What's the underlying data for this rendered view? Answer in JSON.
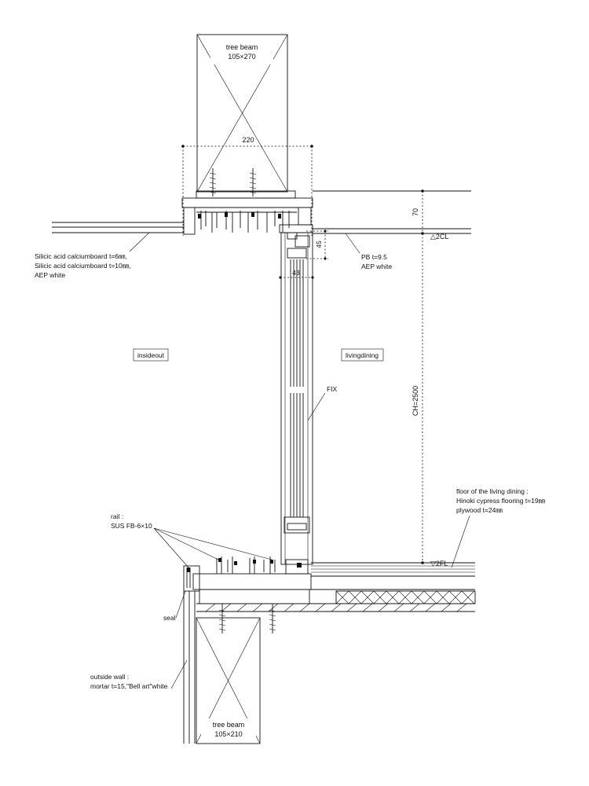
{
  "beams": {
    "top": {
      "name": "tree beam",
      "size": "105×270"
    },
    "bottom": {
      "name": "tree beam",
      "size": "105×210"
    }
  },
  "dimensions": {
    "beam_width": "220",
    "ceiling_drop": "70",
    "sash_height": "45",
    "sash_depth": "43",
    "ceiling_height": "CH=2500"
  },
  "levels": {
    "ceiling": "△2CL",
    "floor": "▽2FL"
  },
  "rooms": {
    "outside": "insideout",
    "inside": "livingdining"
  },
  "notes": {
    "ceiling_outside": [
      "Silicic acid calciumboard t=6㎜,",
      "Silicic acid calciumboard t=10㎜,",
      "AEP white"
    ],
    "ceiling_inside": [
      "PB t=9.5",
      "AEP white"
    ],
    "glass": "FIX",
    "rail": [
      "rail :",
      "SUS FB-6×10"
    ],
    "floor": [
      "floor of the living dining :",
      "Hinoki cypress flooring t=19㎜",
      "plywood t=24㎜"
    ],
    "seal": "seal",
    "outside_wall": [
      "outside wall :",
      "mortar t=15,\"Bell art\"white"
    ]
  }
}
